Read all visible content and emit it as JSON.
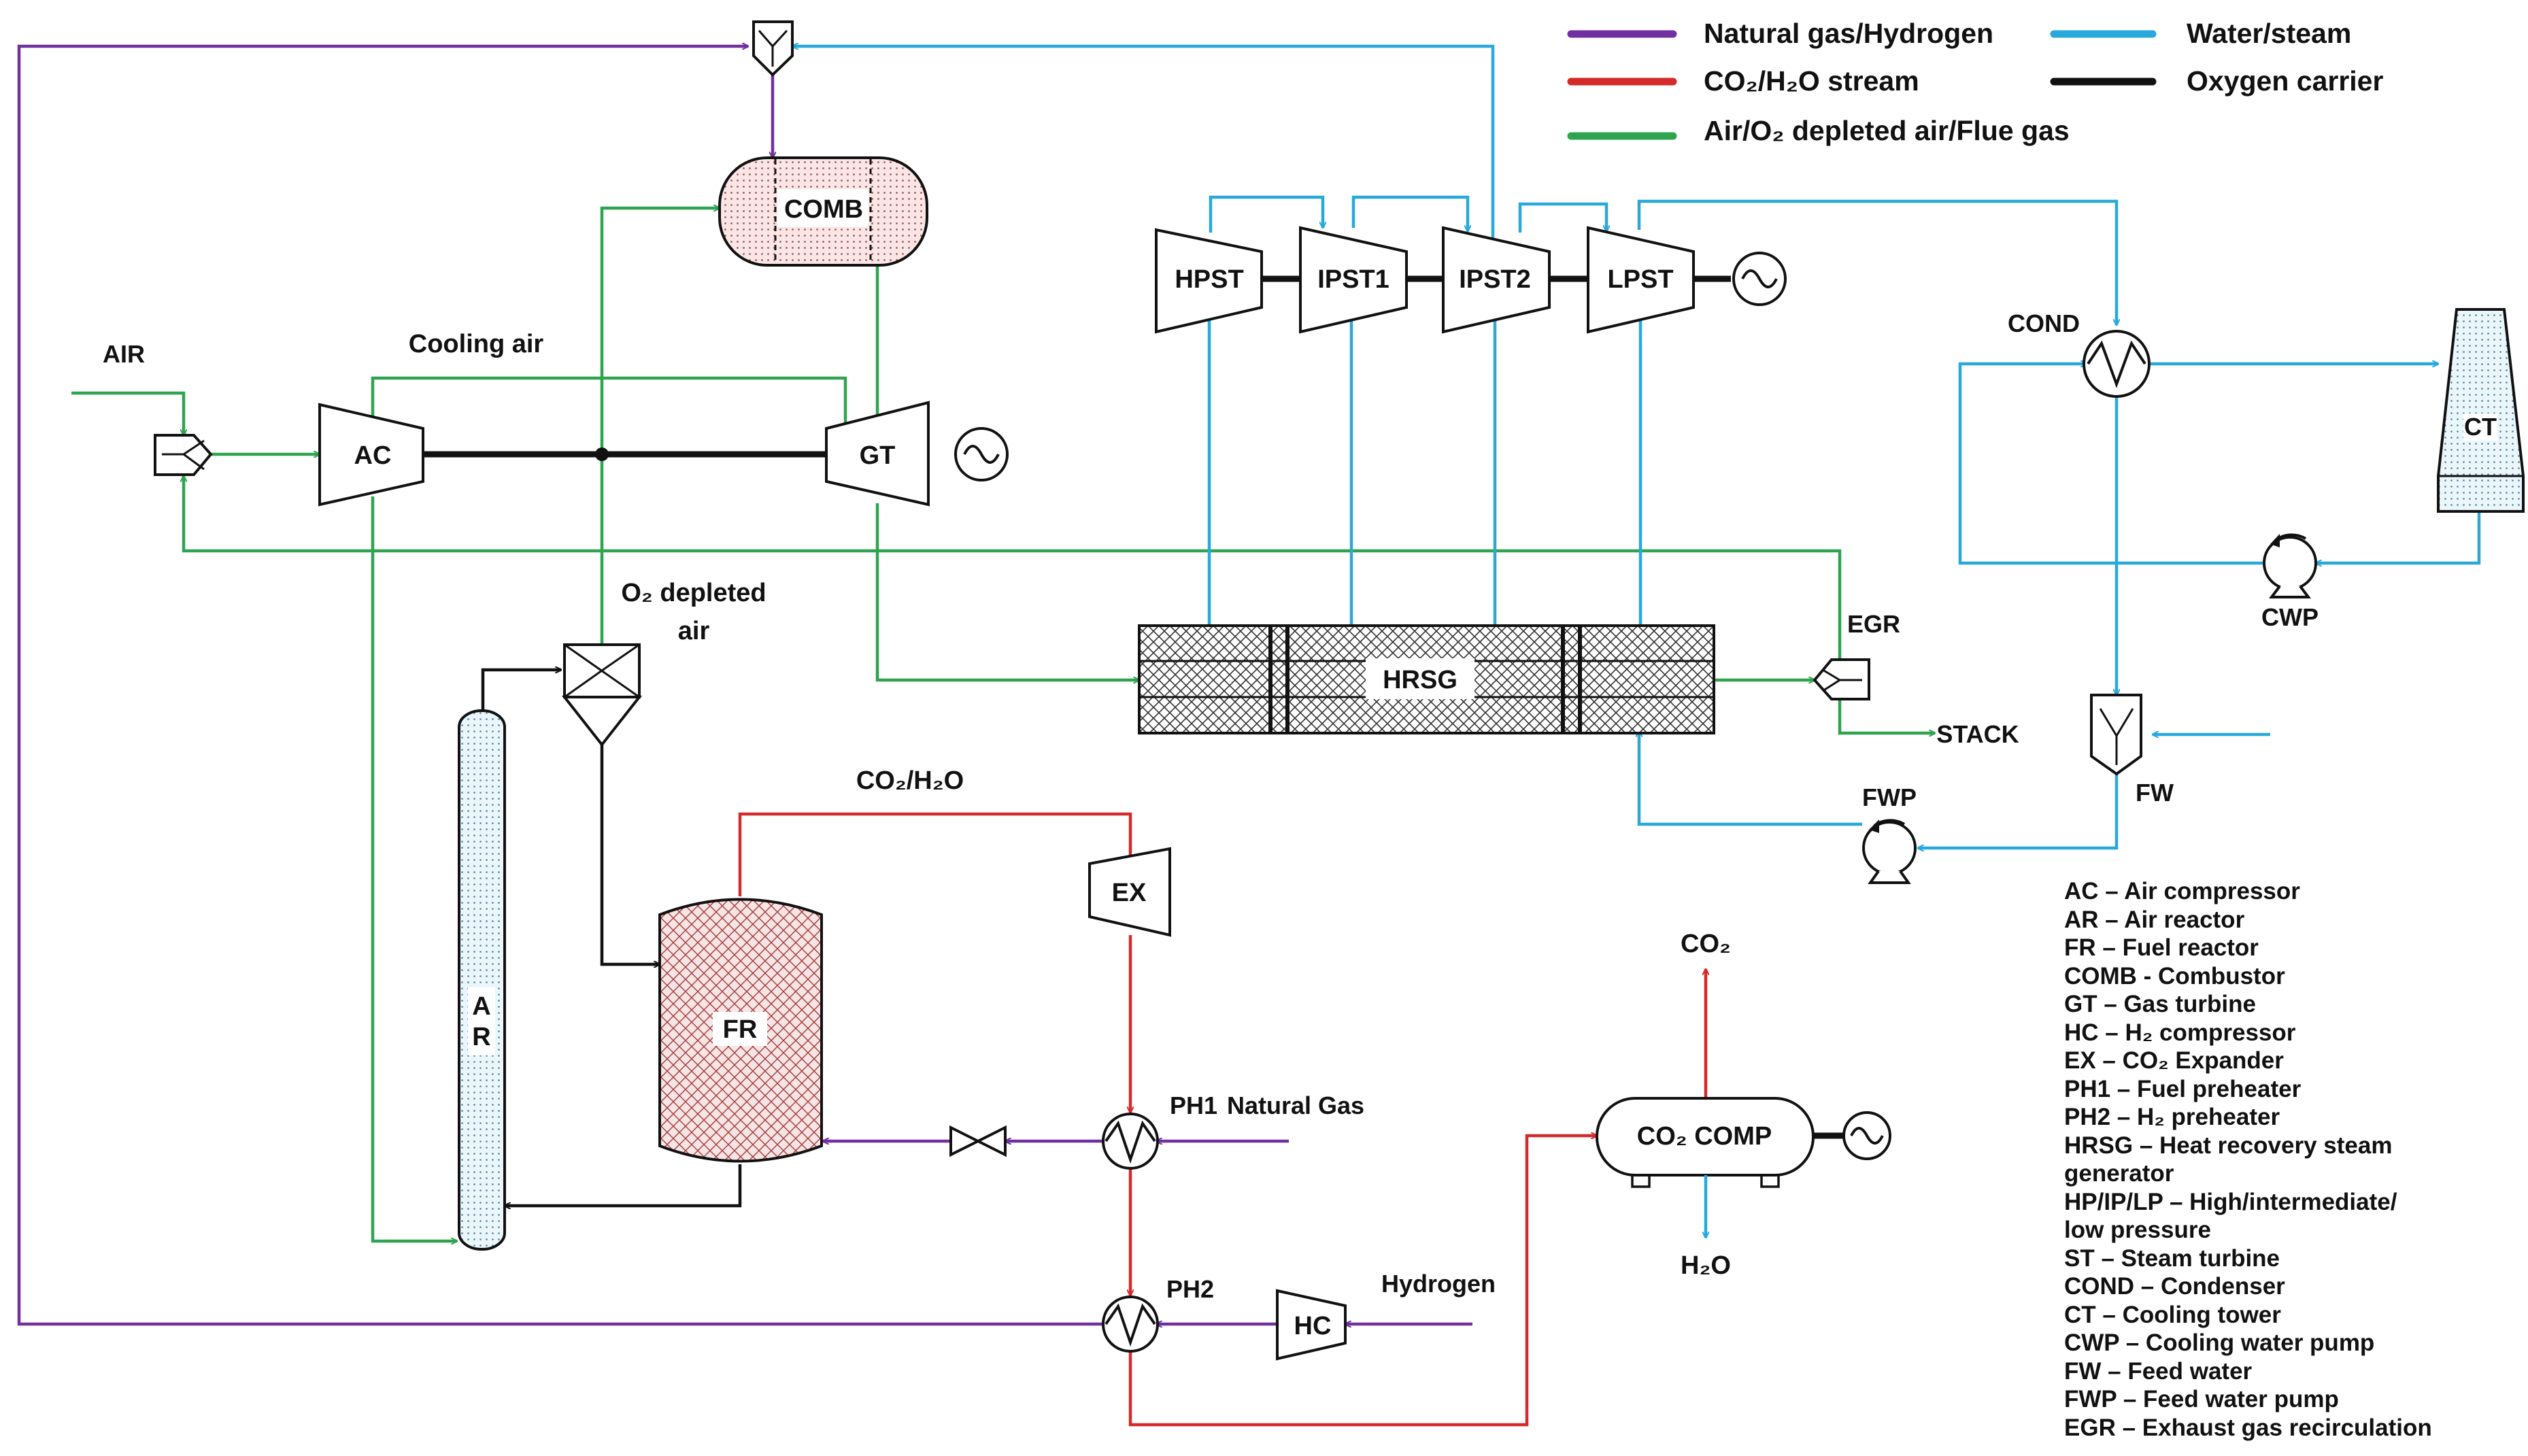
{
  "colors": {
    "natural_gas_hydrogen": "#7030a0",
    "co2_h2o": "#d42a2a",
    "air_flue_gas": "#2ea44f",
    "water_steam": "#29a8dc",
    "oxygen_carrier": "#111111"
  },
  "legend": [
    {
      "key": "natural_gas_hydrogen",
      "label": "Natural gas/Hydrogen"
    },
    {
      "key": "water_steam",
      "label": "Water/steam"
    },
    {
      "key": "co2_h2o",
      "label": "CO₂/H₂O stream"
    },
    {
      "key": "oxygen_carrier",
      "label": "Oxygen carrier"
    },
    {
      "key": "air_flue_gas",
      "label": "Air/O₂ depleted air/Flue gas"
    }
  ],
  "units": {
    "comb": "COMB",
    "ac": "AC",
    "gt": "GT",
    "hpst": "HPST",
    "ipst1": "IPST1",
    "ipst2": "IPST2",
    "lpst": "LPST",
    "cond": "COND",
    "ct": "CT",
    "cwp": "CWP",
    "hrsg": "HRSG",
    "egr": "EGR",
    "fw": "FW",
    "fwp": "FWP",
    "ar_top": "A",
    "ar_bottom": "R",
    "fr": "FR",
    "ex": "EX",
    "ph1": "PH1",
    "ph2": "PH2",
    "hc": "HC",
    "co2_comp": "CO₂ COMP"
  },
  "stream_labels": {
    "air": "AIR",
    "cooling_air": "Cooling air",
    "o2_depleted_line1": "O₂ depleted",
    "o2_depleted_line2": "air",
    "stack": "STACK",
    "co2_h2o": "CO₂/H₂O",
    "natural_gas": "Natural Gas",
    "hydrogen": "Hydrogen",
    "co2_out": "CO₂",
    "h2o_out": "H₂O"
  },
  "abbreviations": [
    "AC – Air compressor",
    "AR – Air reactor",
    "FR – Fuel reactor",
    "COMB - Combustor",
    "GT – Gas turbine",
    "HC – H₂ compressor",
    "EX – CO₂ Expander",
    "PH1 – Fuel preheater",
    "PH2 – H₂ preheater",
    "HRSG – Heat recovery steam",
    "generator",
    "HP/IP/LP – High/intermediate/",
    "low pressure",
    "ST – Steam turbine",
    "COND – Condenser",
    "CT – Cooling tower",
    "CWP – Cooling water pump",
    "FW – Feed water",
    "FWP – Feed water pump",
    "EGR – Exhaust gas recirculation"
  ]
}
